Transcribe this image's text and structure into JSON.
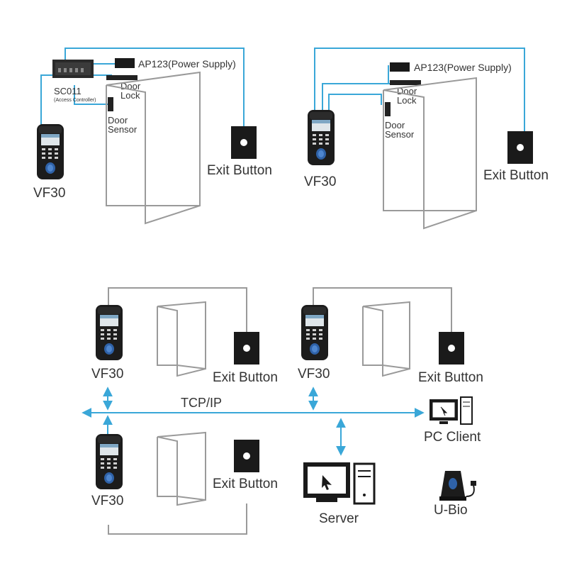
{
  "diagram1": {
    "controller": "SC011",
    "controller_sub": "(Access Controller)",
    "power_supply": "AP123(Power Supply)",
    "door_lock": [
      "Door",
      "Lock"
    ],
    "door_sensor": [
      "Door",
      "Sensor"
    ],
    "exit_button": "Exit Button",
    "device": "VF30"
  },
  "diagram2": {
    "power_supply": "AP123(Power Supply)",
    "door_lock": [
      "Door",
      "Lock"
    ],
    "door_sensor": [
      "Door",
      "Sensor"
    ],
    "exit_button": "Exit Button",
    "device": "VF30"
  },
  "network": {
    "device_a": "VF30",
    "exit_a": "Exit Button",
    "device_b": "VF30",
    "exit_b": "Exit Button",
    "device_c": "VF30",
    "exit_c": "Exit Button",
    "bus_label": "TCP/IP",
    "pc_client": "PC Client",
    "server": "Server",
    "ubio": "U-Bio"
  },
  "colors": {
    "wire": "#3aa7d8",
    "gray_line": "#9a9a9a",
    "device": "#1c1c1c"
  }
}
